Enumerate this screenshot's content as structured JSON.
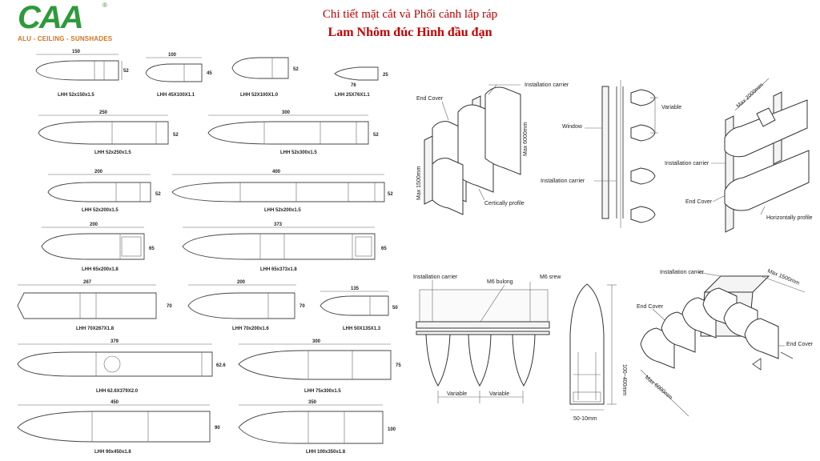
{
  "brand": {
    "logo_text": "CAA",
    "registered_mark": "®",
    "tagline": "ALU - CEILING - SUNSHADES",
    "color_green": "#2e9a3a",
    "color_orange": "#d6731c"
  },
  "title": {
    "line1": "Chi tiết mặt cắt và Phối cảnh lắp ráp",
    "line2": "Lam Nhôm đúc Hình đầu đạn",
    "color": "#c00000"
  },
  "profiles": [
    {
      "label": "LHH 52x150x1.5",
      "width_dim": "150",
      "height_dim": "52"
    },
    {
      "label": "LHH 45X100X1.1",
      "width_dim": "100",
      "height_dim": "45"
    },
    {
      "label": "LHH 52X100X1.0",
      "width_dim": "",
      "height_dim": "52"
    },
    {
      "label": "LHH 25X76X1.1",
      "width_dim": "76",
      "height_dim": "25"
    },
    {
      "label": "LHH 52x250x1.5",
      "width_dim": "250",
      "height_dim": "52"
    },
    {
      "label": "LHH 52x300x1.5",
      "width_dim": "300",
      "height_dim": "52"
    },
    {
      "label": "LHH 52x200x1.5",
      "width_dim": "200",
      "height_dim": "52"
    },
    {
      "label": "LHH 52x200x1.5",
      "width_dim": "400",
      "height_dim": "52"
    },
    {
      "label": "LHH 65x200x1.8",
      "width_dim": "200",
      "height_dim": "65"
    },
    {
      "label": "LHH 65x373x1.8",
      "width_dim": "373",
      "height_dim": "65"
    },
    {
      "label": "LHH 70X267X1.8",
      "width_dim": "267",
      "height_dim": "70"
    },
    {
      "label": "LHH 70x200x1.6",
      "width_dim": "200",
      "height_dim": "70"
    },
    {
      "label": "LHH 50X135X1.3",
      "width_dim": "135",
      "height_dim": "50"
    },
    {
      "label": "LHH 62.6X379X2.0",
      "width_dim": "379",
      "height_dim": "62.6"
    },
    {
      "label": "LHH 75x300x1.5",
      "width_dim": "300",
      "height_dim": "75"
    },
    {
      "label": "LHH 90x450x1.8",
      "width_dim": "450",
      "height_dim": "90"
    },
    {
      "label": "LHH 100x350x1.8",
      "width_dim": "350",
      "height_dim": "100"
    }
  ],
  "assembly_vertical": {
    "end_cover": "End Cover",
    "installation_carrier": "Installation carrier",
    "max_1500": "Max 1500mm",
    "max_6000": "Max 6000mm",
    "vertically_profile": "Certically profile"
  },
  "assembly_window": {
    "variable": "Variable",
    "window": "Window",
    "installation_carrier": "Installation carrier"
  },
  "assembly_horizontal": {
    "max_2000": "Max 2000mm",
    "installation_carrier": "Installation carrier",
    "end_cover": "End Cover",
    "horizontally_profile": "Horizontally profile"
  },
  "assembly_ceiling": {
    "installation_carrier": "Installation carrier",
    "m6_bulong": "M6 bulong",
    "m6_screw": "M6 srew",
    "variable_1": "Variable",
    "variable_2": "Variable"
  },
  "section_detail": {
    "height_range": "100~400mm",
    "width_range": "50-10mm"
  },
  "assembly_louver": {
    "installation_carrier": "Installation carrier",
    "max_1500": "Max 1500mm",
    "end_cover_left": "End Cover",
    "end_cover_right": "End Cover",
    "max_6000": "Max 6000mm"
  }
}
